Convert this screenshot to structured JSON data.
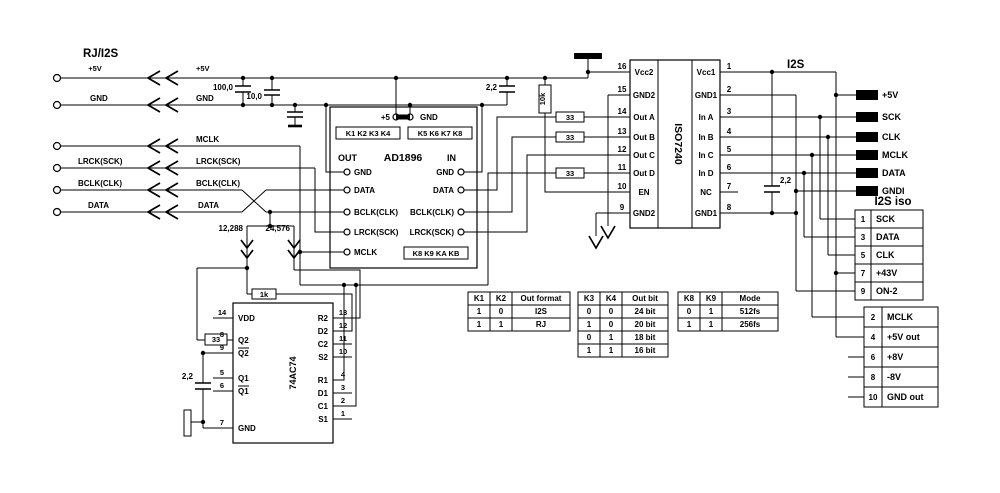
{
  "title_left": "RJ/I2S",
  "title_right": "I2S",
  "title_iso": "I2S iso",
  "signals": {
    "p5v": "+5V",
    "gnd": "GND",
    "mclk": "MCLK",
    "lrck": "LRCK(SCK)",
    "bclk": "BCLK(CLK)",
    "data": "DATA",
    "sck": "SCK",
    "clk": "CLK",
    "gndi": "GNDI"
  },
  "components": {
    "c1": "100,0",
    "c2": "10,0",
    "c3": "2,2",
    "c4": "2,2",
    "c5": "2,2",
    "r_pullup": "10k",
    "r33": "33",
    "r1k": "1k",
    "f1": "12,288",
    "f2": "24,576"
  },
  "ad1896": {
    "name": "AD1896",
    "out": "OUT",
    "in": "IN",
    "plus5": "+5",
    "gnd": "GND",
    "jumpers_top_left": "K1 K2 K3 K4",
    "jumpers_top_right": "K5 K6 K7 K8",
    "jumpers_bottom": "K8 K9 KA KB",
    "out_pins": [
      "GND",
      "DATA",
      "BCLK(CLK)",
      "LRCK(SCK)",
      "MCLK"
    ],
    "in_pins": [
      "GND",
      "DATA",
      "BCLK(CLK)",
      "LRCK(SCK)"
    ]
  },
  "iso7240": {
    "name": "ISO7240",
    "left": [
      {
        "n": "16",
        "l": "Vcc2"
      },
      {
        "n": "15",
        "l": "GND2"
      },
      {
        "n": "14",
        "l": "Out A"
      },
      {
        "n": "13",
        "l": "Out B"
      },
      {
        "n": "12",
        "l": "Out C"
      },
      {
        "n": "11",
        "l": "Out D"
      },
      {
        "n": "10",
        "l": "EN"
      },
      {
        "n": "9",
        "l": "GND2"
      }
    ],
    "right": [
      {
        "n": "1",
        "l": "Vcc1"
      },
      {
        "n": "2",
        "l": "GND1"
      },
      {
        "n": "3",
        "l": "In A"
      },
      {
        "n": "4",
        "l": "In B"
      },
      {
        "n": "5",
        "l": "In C"
      },
      {
        "n": "6",
        "l": "In D"
      },
      {
        "n": "7",
        "l": "NC"
      },
      {
        "n": "8",
        "l": "GND1"
      }
    ]
  },
  "flipflop": {
    "name": "74AC74",
    "left": [
      {
        "n": "14",
        "l": "VDD"
      },
      {
        "n": "8",
        "l": "Q2"
      },
      {
        "n": "9",
        "l": "Q2"
      },
      {
        "n": "5",
        "l": "Q1"
      },
      {
        "n": "6",
        "l": "Q1"
      },
      {
        "n": "7",
        "l": "GND"
      }
    ],
    "right": [
      {
        "n": "13",
        "l": "R2"
      },
      {
        "n": "12",
        "l": "D2"
      },
      {
        "n": "11",
        "l": "C2"
      },
      {
        "n": "10",
        "l": "S2"
      },
      {
        "n": "4",
        "l": "R1"
      },
      {
        "n": "3",
        "l": "D1"
      },
      {
        "n": "2",
        "l": "C1"
      },
      {
        "n": "1",
        "l": "S1"
      }
    ]
  },
  "i2s_connector": {
    "pins": [
      "+5V",
      "SCK",
      "CLK",
      "MCLK",
      "DATA",
      "GNDI"
    ]
  },
  "iso_connector": {
    "col_a": [
      {
        "n": "1",
        "l": "SCK"
      },
      {
        "n": "3",
        "l": "DATA"
      },
      {
        "n": "5",
        "l": "CLK"
      },
      {
        "n": "7",
        "l": "+43V"
      },
      {
        "n": "9",
        "l": "ON-2"
      }
    ],
    "col_b": [
      {
        "n": "2",
        "l": "MCLK"
      },
      {
        "n": "4",
        "l": "+5V out"
      },
      {
        "n": "6",
        "l": "+8V"
      },
      {
        "n": "8",
        "l": "-8V"
      },
      {
        "n": "10",
        "l": "GND out"
      }
    ]
  },
  "tables": [
    {
      "headers": [
        "K1",
        "K2",
        "Out format"
      ],
      "rows": [
        [
          "1",
          "0",
          "I2S"
        ],
        [
          "1",
          "1",
          "RJ"
        ]
      ]
    },
    {
      "headers": [
        "K3",
        "K4",
        "Out bit"
      ],
      "rows": [
        [
          "0",
          "0",
          "24 bit"
        ],
        [
          "1",
          "0",
          "20 bit"
        ],
        [
          "0",
          "1",
          "18 bit"
        ],
        [
          "1",
          "1",
          "16 bit"
        ]
      ]
    },
    {
      "headers": [
        "K8",
        "K9",
        "Mode"
      ],
      "rows": [
        [
          "0",
          "1",
          "512fs"
        ],
        [
          "1",
          "1",
          "256fs"
        ]
      ]
    }
  ]
}
